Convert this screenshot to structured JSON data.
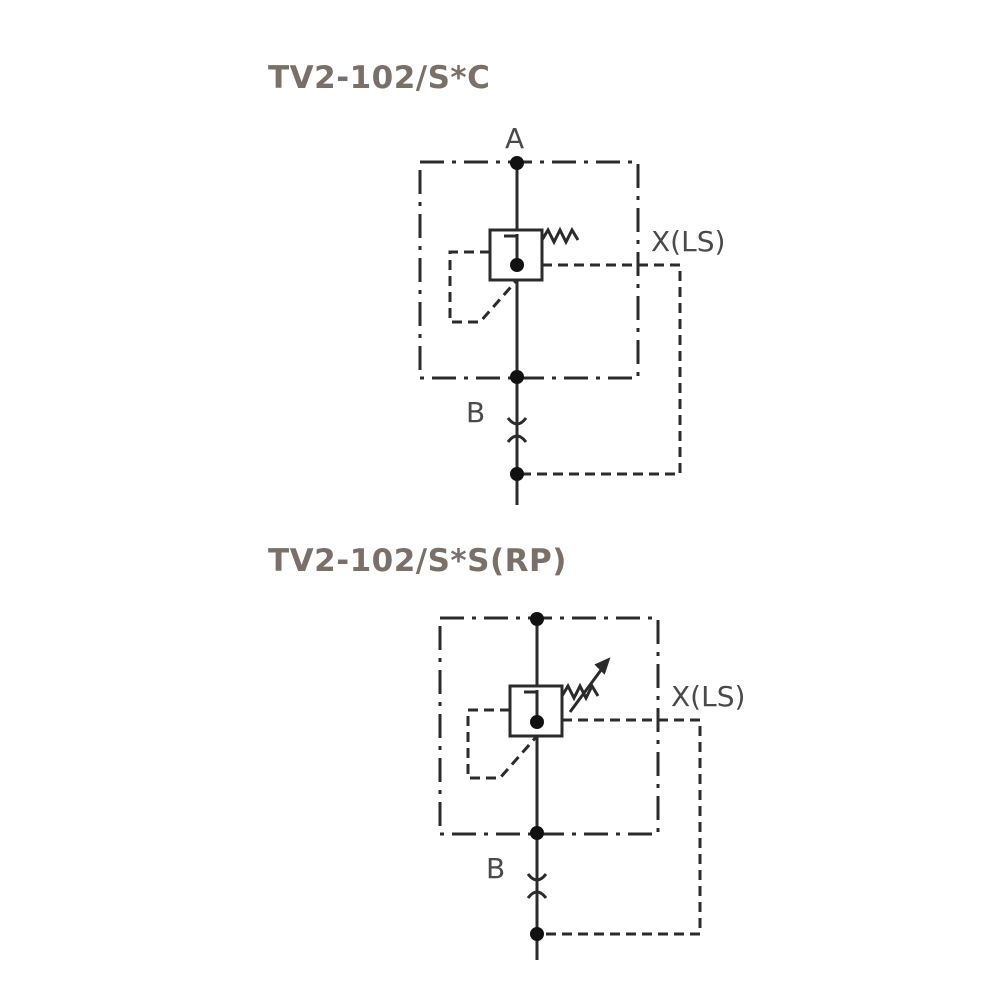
{
  "diagrams": [
    {
      "title": "TV2-102/S*C",
      "port_a": "A",
      "port_b": "B",
      "port_x": "X(LS)",
      "spring": "fixed"
    },
    {
      "title": "TV2-102/S*S(RP)",
      "port_b": "B",
      "port_x": "X(LS)",
      "spring": "adjustable"
    }
  ],
  "colors": {
    "title": "#7a7068",
    "line": "#2b2b2b"
  }
}
